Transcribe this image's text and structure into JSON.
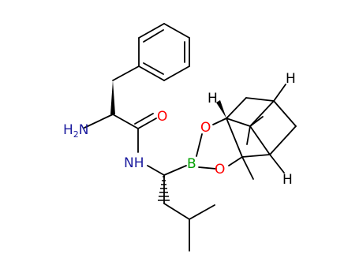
{
  "molecule": {
    "atom_labels": {
      "amine": "H2N",
      "amide_n": "NH",
      "carbonyl_o": "O",
      "boron": "B",
      "ester_o1": "O",
      "ester_o2": "O",
      "h_top_left": "H",
      "h_top_right": "H",
      "h_bottom_right": "H"
    },
    "colors": {
      "bond": "#000000",
      "nitrogen": "#1a1a9e",
      "oxygen": "#ff0000",
      "boron": "#00a000",
      "hydrogen": "#000000"
    }
  }
}
